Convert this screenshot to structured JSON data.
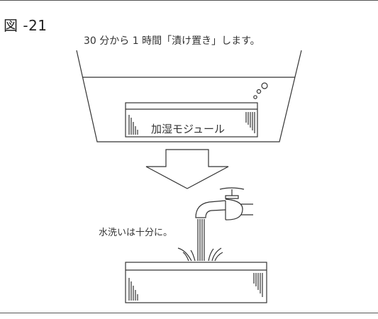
{
  "figure": {
    "label": "図 -21",
    "caption": "30 分から 1 時間「漬け置き」します。",
    "module_label": "加湿モジュール",
    "wash_note": "水洗いは十分に。"
  }
}
